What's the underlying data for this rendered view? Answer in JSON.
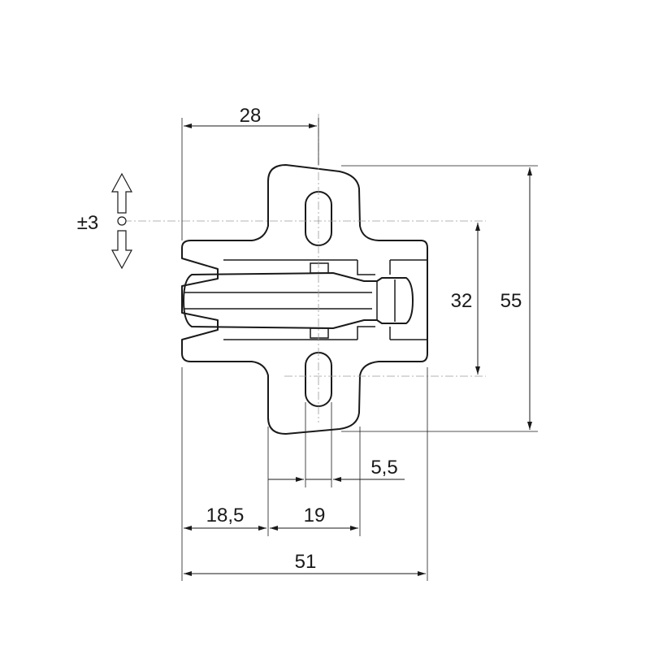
{
  "drawing": {
    "dimensions": {
      "top_width": "28",
      "overall_height": "55",
      "hole_spacing": "32",
      "adjust_range": "±3",
      "slot_width": "5,5",
      "left_offset": "18,5",
      "plate_width": "19",
      "overall_width": "51"
    },
    "colors": {
      "line": "#1a1a1a",
      "centerline": "#9a9a9a",
      "background": "#ffffff"
    }
  }
}
